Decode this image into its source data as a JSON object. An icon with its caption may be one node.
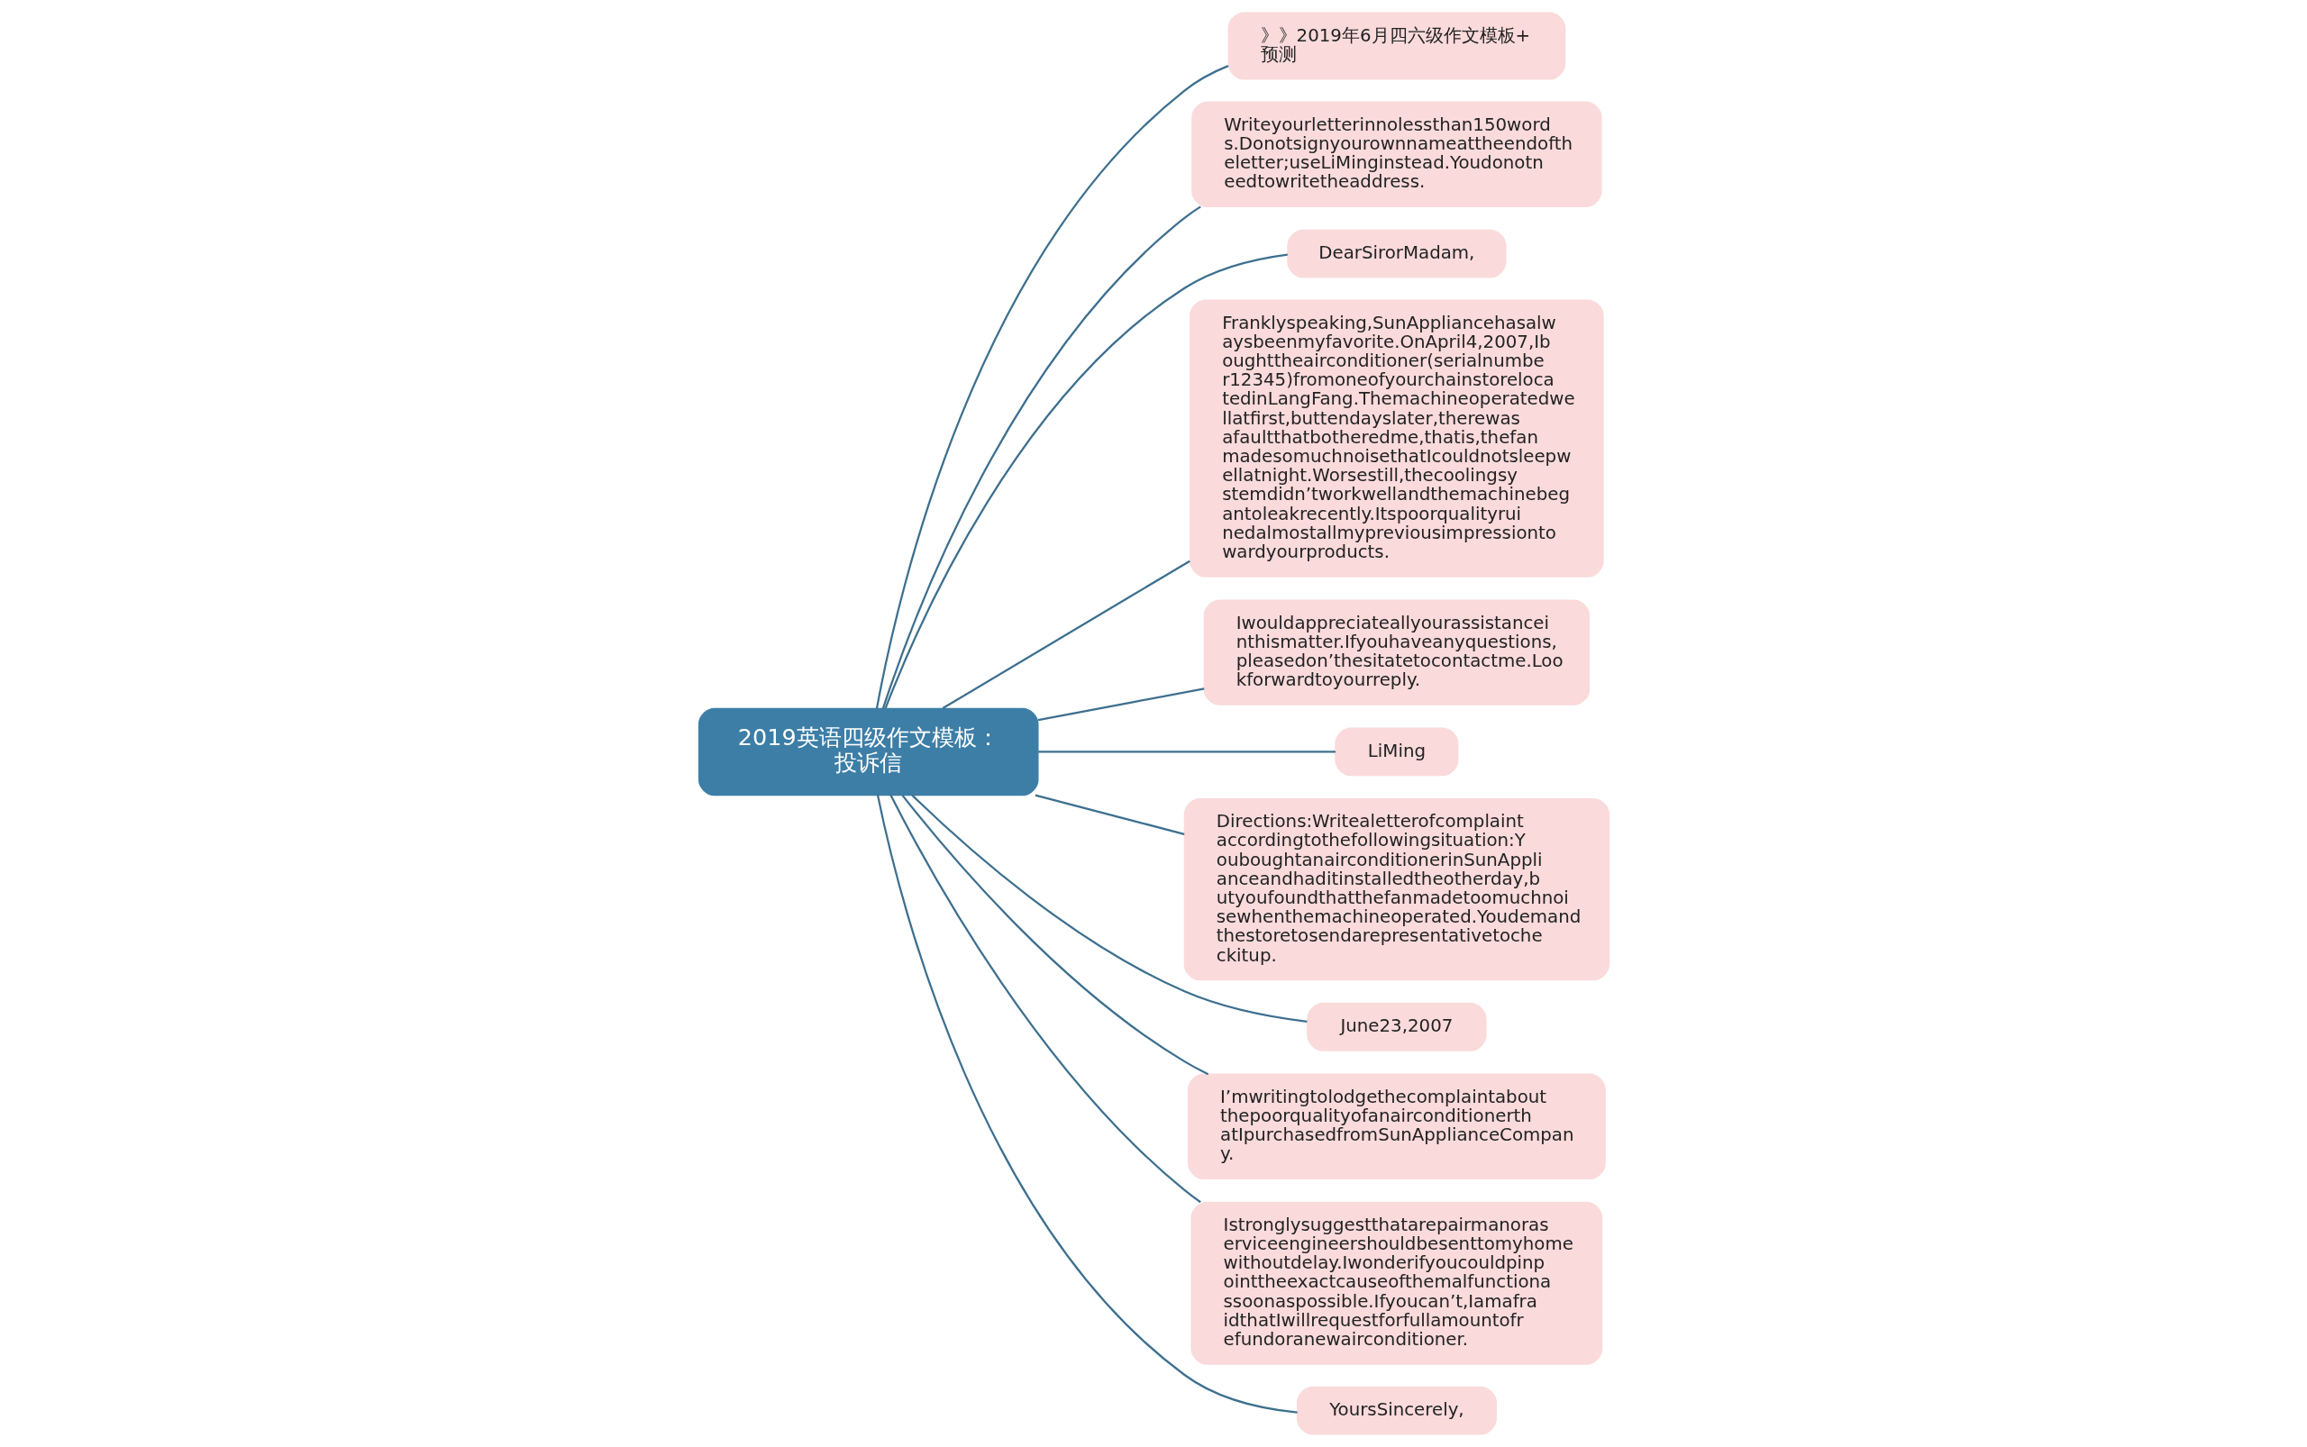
{
  "diagram": {
    "nodes": [
      {
        "text": [
          "2019英语四级作文模板：投诉信"
        ]
      },
      {
        "text": [
          "》》2019年6月四六级作文模板+预测"
        ]
      },
      {
        "text": [
          "Writeyourletterinnolessthan150words.Donotsignyourownnameattheendoftheletter;useLiMinginstead.Youdonotneedtowritetheaddress."
        ]
      },
      {
        "text": [
          "DearSirorMadam,"
        ]
      },
      {
        "text": [
          "Franklyspeaking,SunAppliancehasalwaysbeenmyfavorite.OnApril4,2007,Iboughttheairconditioner(serialnumber12345)fromoneofyourchainstorelocatedinLangFang.Themachineoperatedwellatfirst,buttendayslater,therewasafaultthatbotheredme,thatis,thefanmadesomuchnoisethatIcouldnotsleepwellatnight.Worsestill,thecoolingsystemdidn’tworkwellandthemachinebegantoleakrecently.Itspoorqualityruinedalmostallmypreviousimpressiontowardyourproducts."
        ]
      },
      {
        "text": [
          "Iwouldappreciateallyourassistanceinthismatter.Ifyouhaveanyquestions,pleasedon’thesitatetocontactme.Lookforwardtoyourreply."
        ]
      },
      {
        "text": [
          "LiMing"
        ]
      },
      {
        "text": [
          "Directions:Writealetterofcomplaintaccordingtothefollowingsituation:YouboughtanairconditionerinSunApplianceandhaditinstalledtheotherday,butyoufoundthatthefanmadetoomuchnoisewhenthemachineoperated.Youdemandthestoretosendarepresentativetocheckitup."
        ]
      },
      {
        "text": [
          "June23,2007"
        ]
      },
      {
        "text": [
          "I’mwritingtolodgethecomplaintaboutthepoorqualityofanairconditionerthatIpurchasedfromSunApplianceCompany."
        ]
      },
      {
        "text": [
          "Istronglysuggestthatarepairmanoraserviceengineershouldbesenttomyhomewithoutdelay.Iwonderifyoucouldpinpointtheexactcauseofthemalfunctionassoonaspossible.Ifyoucan’t,IamafraidthatIwillrequestforfullamountofrefundoranewairconditioner."
        ]
      },
      {
        "text": [
          "YoursSincerely,"
        ]
      }
    ],
    "edges": [
      {
        "from": 0,
        "to": 1,
        "arrow": "none"
      },
      {
        "from": 0,
        "to": 2,
        "arrow": "none"
      },
      {
        "from": 0,
        "to": 3,
        "arrow": "none"
      },
      {
        "from": 0,
        "to": 4,
        "arrow": "none"
      },
      {
        "from": 0,
        "to": 5,
        "arrow": "none"
      },
      {
        "from": 0,
        "to": 6,
        "arrow": "none"
      },
      {
        "from": 0,
        "to": 7,
        "arrow": "none"
      },
      {
        "from": 0,
        "to": 8,
        "arrow": "none"
      },
      {
        "from": 0,
        "to": 9,
        "arrow": "none"
      },
      {
        "from": 0,
        "to": 10,
        "arrow": "none"
      },
      {
        "from": 0,
        "to": 11,
        "arrow": "none"
      }
    ]
  }
}
